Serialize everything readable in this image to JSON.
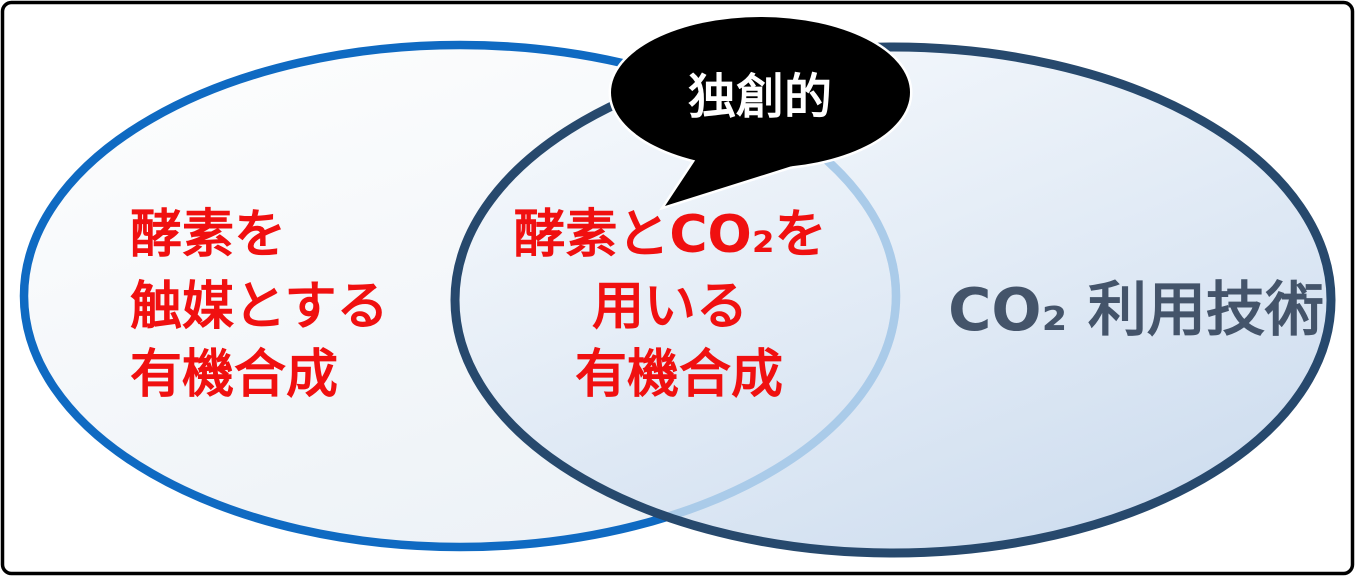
{
  "frame": {
    "background": "#ffffff",
    "border_color": "#000000"
  },
  "venn": {
    "left_circle": {
      "label_lines": [
        "酵素を",
        "触媒とする",
        "有機合成"
      ],
      "label_color": "#f01010",
      "stroke_color": "#0f6ac2",
      "stroke_color_inside_overlap": "#aacbe9"
    },
    "right_circle": {
      "label": "CO₂ 利用技術",
      "label_color": "#44546a",
      "stroke_color": "#27496d"
    },
    "intersection": {
      "label_lines": [
        "酵素とCO₂を",
        "用いる",
        "有機合成"
      ],
      "label_color": "#f01010"
    },
    "callout": {
      "label": "独創的",
      "fill_color": "#000000",
      "text_color": "#ffffff"
    }
  }
}
